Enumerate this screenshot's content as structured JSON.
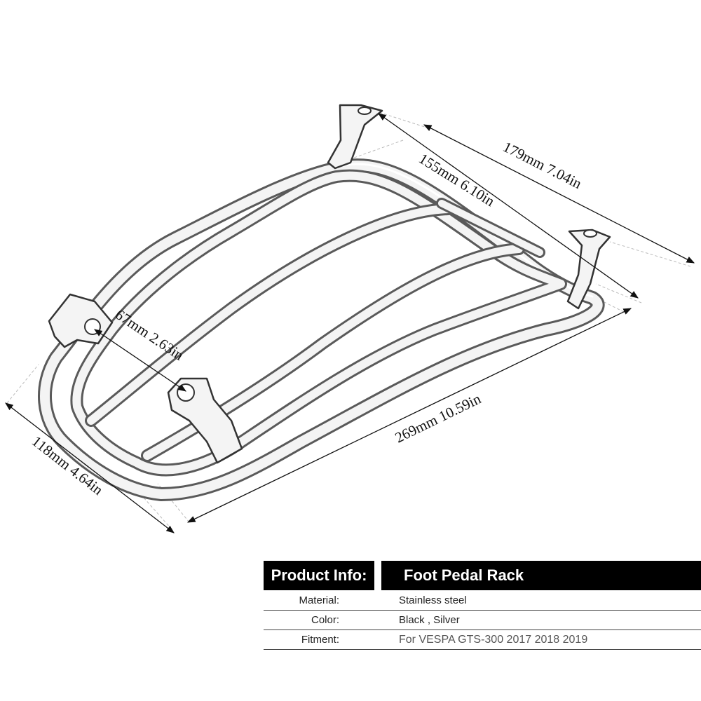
{
  "dimensions": {
    "length": "269mm 10.59in",
    "width_back": "118mm 4.64in",
    "width_front_outer": "179mm 7.04in",
    "width_front_inner": "155mm 6.10in",
    "mount_spacing": "67mm 2.63in"
  },
  "product_info": {
    "header_label": "Product Info:",
    "header_value": "Foot Pedal Rack",
    "rows": [
      {
        "label": "Material:",
        "value": "Stainless steel"
      },
      {
        "label": "Color:",
        "value": "Black , Silver"
      },
      {
        "label": "Fitment:",
        "value": "For VESPA GTS-300 2017 2018 2019"
      }
    ]
  },
  "colors": {
    "header_bg": "#000000",
    "header_text": "#ffffff",
    "tube_outline": "#5a5a5a"
  }
}
